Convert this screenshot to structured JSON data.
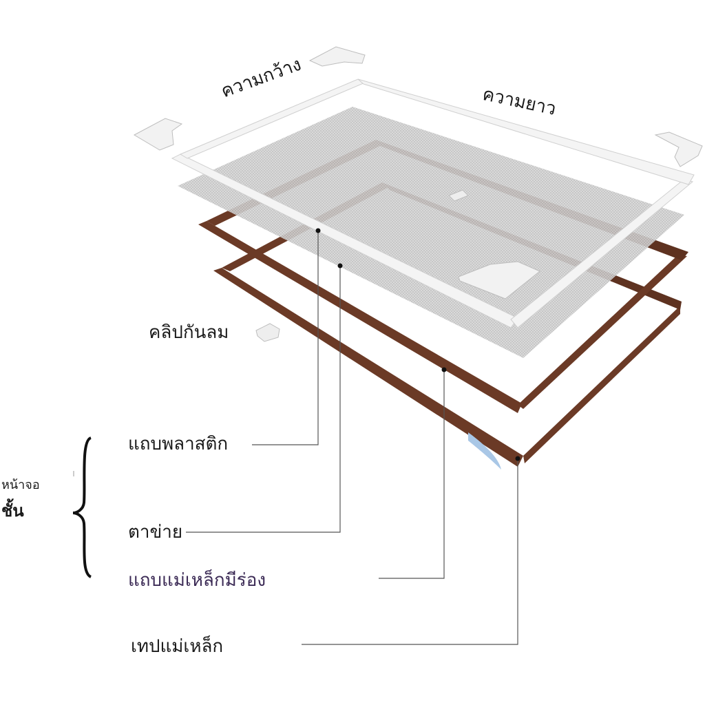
{
  "dimension_labels": {
    "width": "ความกว้าง",
    "length": "ความยาว"
  },
  "parts": {
    "wind_clip": "คลิปกันลม",
    "plastic_strip": "แถบพลาสติก",
    "mesh": "ตาข่าย",
    "grooved_magnetic_strip": "แถบแม่เหล็กมีร่อง",
    "magnetic_tape": "เทปแม่เหล็ก"
  },
  "group_label": {
    "line1": "หน้าจอ",
    "line2": "ชั้น"
  },
  "colors": {
    "magnet_brown": "#6b3a26",
    "frame_white": "#f4f4f4",
    "mesh_gray": "#c9c9c9",
    "leader_gray": "#555555",
    "text_purple": "#3b2a55"
  }
}
